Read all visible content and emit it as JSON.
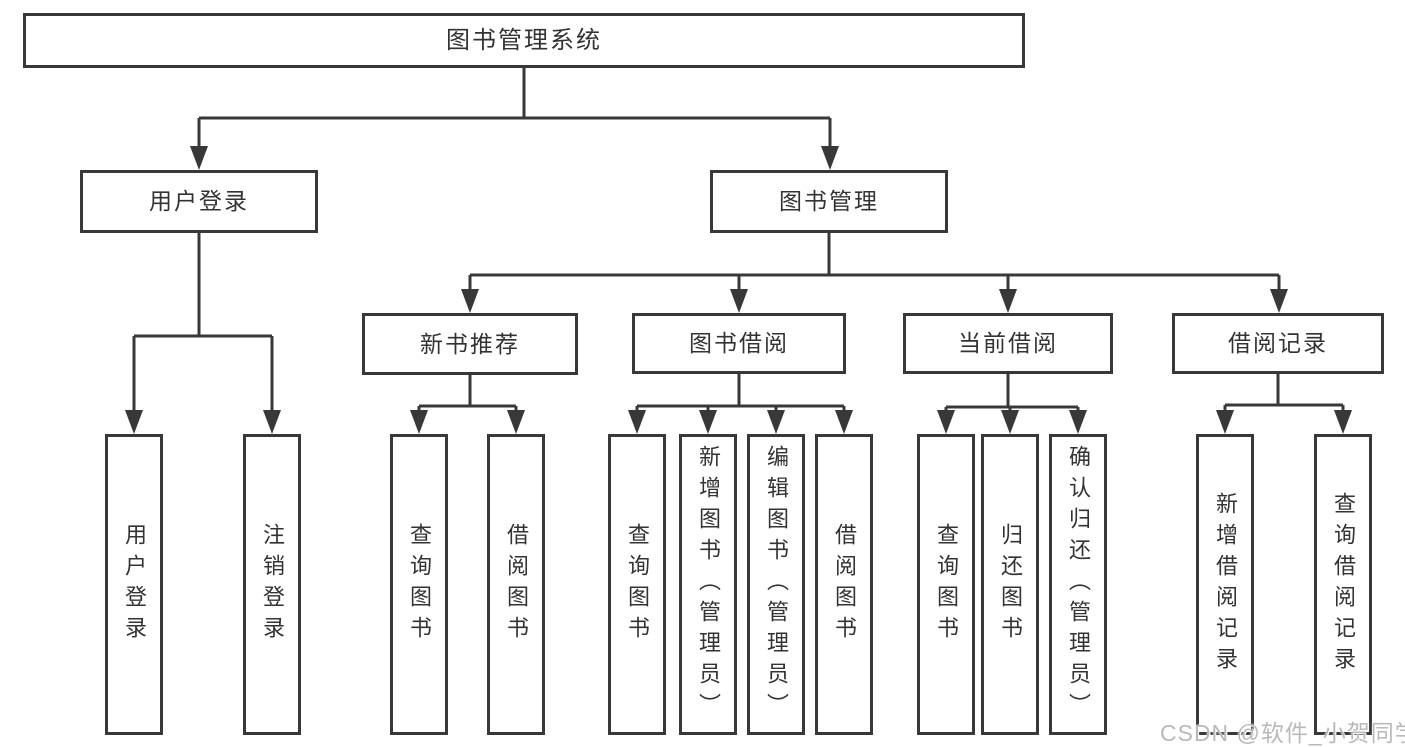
{
  "title": {
    "label": "图书管理系统"
  },
  "level2": [
    {
      "label": "用户登录",
      "parent": "图书管理系统"
    },
    {
      "label": "图书管理",
      "parent": "图书管理系统"
    }
  ],
  "level3": [
    {
      "label": "新书推荐",
      "parent": "图书管理"
    },
    {
      "label": "图书借阅",
      "parent": "图书管理"
    },
    {
      "label": "当前借阅",
      "parent": "图书管理"
    },
    {
      "label": "借阅记录",
      "parent": "图书管理"
    }
  ],
  "leaves": [
    {
      "label": "用户登录",
      "parent": "用户登录"
    },
    {
      "label": "注销登录",
      "parent": "用户登录"
    },
    {
      "label": "查询图书",
      "parent": "新书推荐"
    },
    {
      "label": "借阅图书",
      "parent": "新书推荐"
    },
    {
      "label": "查询图书",
      "parent": "图书借阅"
    },
    {
      "label": "新增图书（管理员）",
      "parent": "图书借阅"
    },
    {
      "label": "编辑图书（管理员）",
      "parent": "图书借阅"
    },
    {
      "label": "借阅图书",
      "parent": "图书借阅"
    },
    {
      "label": "查询图书",
      "parent": "当前借阅"
    },
    {
      "label": "归还图书",
      "parent": "当前借阅"
    },
    {
      "label": "确认归还（管理员）",
      "parent": "当前借阅"
    },
    {
      "label": "新增借阅记录",
      "parent": "借阅记录"
    },
    {
      "label": "查询借阅记录",
      "parent": "借阅记录"
    }
  ],
  "watermark": {
    "text": "CSDN @软件_小贺同学"
  },
  "colors": {
    "line": "#383838",
    "box_border": "#383838",
    "text": "#333333",
    "watermark": "#b9b9b9",
    "background": "#ffffff"
  }
}
